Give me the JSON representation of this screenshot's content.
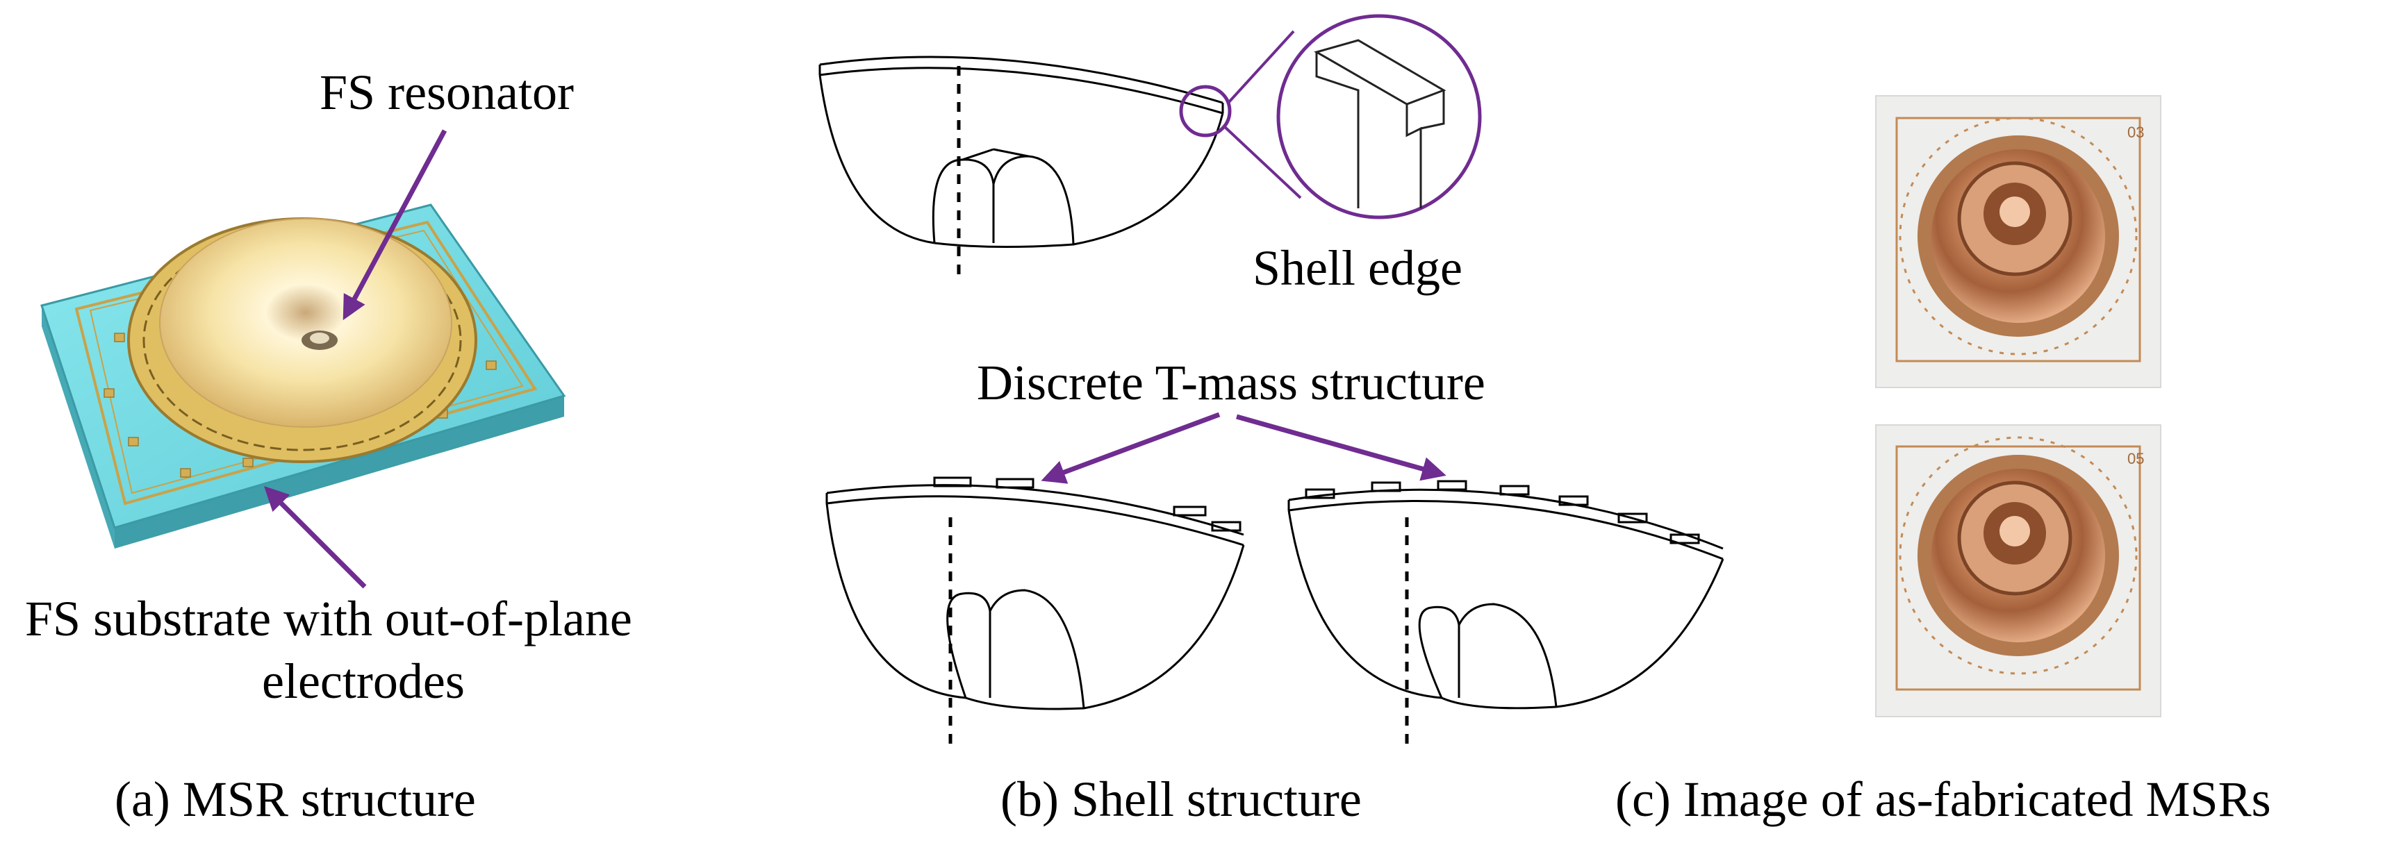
{
  "panel_a": {
    "caption": "(a) MSR structure",
    "label_resonator": "FS resonator",
    "label_substrate_line1": "FS substrate with out-of-plane",
    "label_substrate_line2": "electrodes"
  },
  "panel_b": {
    "caption": "(b) Shell structure",
    "label_shell_edge": "Shell edge",
    "label_tmass": "Discrete T-mass structure"
  },
  "panel_c": {
    "caption": "(c) Image of as-fabricated MSRs",
    "chip_top_id": "03",
    "chip_bottom_id": "05"
  },
  "colors": {
    "arrow": "#6f2c91",
    "substrate": "#6fd8e0",
    "resonator": "#f4e1a2",
    "electrode_gold": "#c9a24a",
    "copper": "#c98a5e"
  }
}
